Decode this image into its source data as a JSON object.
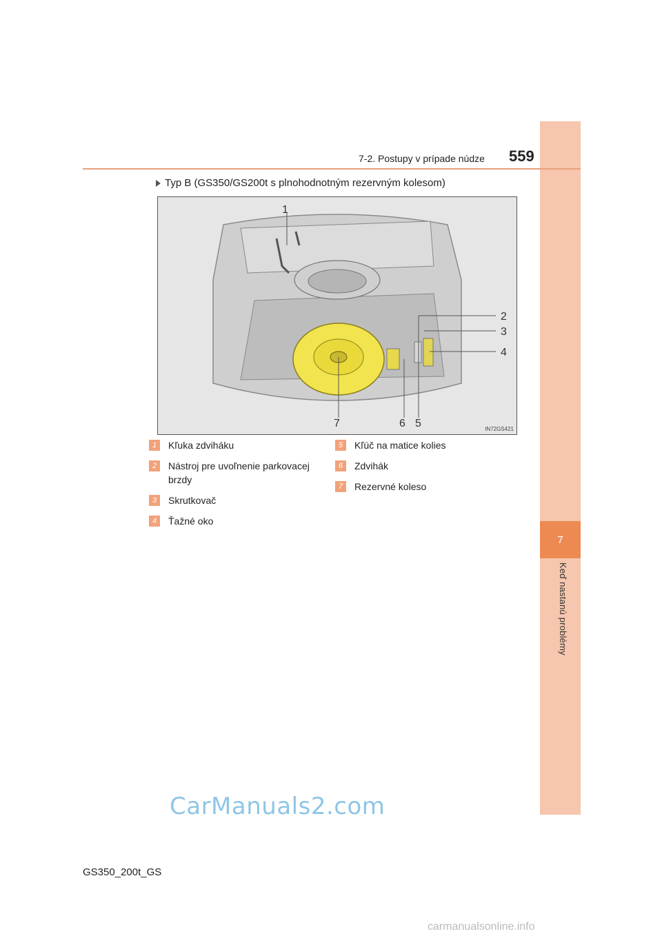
{
  "header": {
    "section_title": "7-2. Postupy v prípade núdze",
    "page_number": "559"
  },
  "side_tab": {
    "chapter_number": "7",
    "chapter_label": "Keď nastanú problémy"
  },
  "variant_heading": "Typ B (GS350/GS200t s plnohodnotným rezervným kolesom)",
  "figure": {
    "code": "IN72GS421",
    "callouts": [
      "1",
      "2",
      "3",
      "4",
      "5",
      "6",
      "7"
    ]
  },
  "legend": {
    "left": [
      {
        "num": "1",
        "text": "Kľuka zdviháku"
      },
      {
        "num": "2",
        "text": "Nástroj pre uvoľnenie parkovacej brzdy"
      },
      {
        "num": "3",
        "text": "Skrutkovač"
      },
      {
        "num": "4",
        "text": "Ťažné oko"
      }
    ],
    "right": [
      {
        "num": "5",
        "text": "Kľúč na matice kolies"
      },
      {
        "num": "6",
        "text": "Zdvihák"
      },
      {
        "num": "7",
        "text": "Rezervné koleso"
      }
    ]
  },
  "watermark": "CarManuals2.com",
  "footer": {
    "model": "GS350_200t_GS",
    "site": "carmanualsonline.info"
  }
}
